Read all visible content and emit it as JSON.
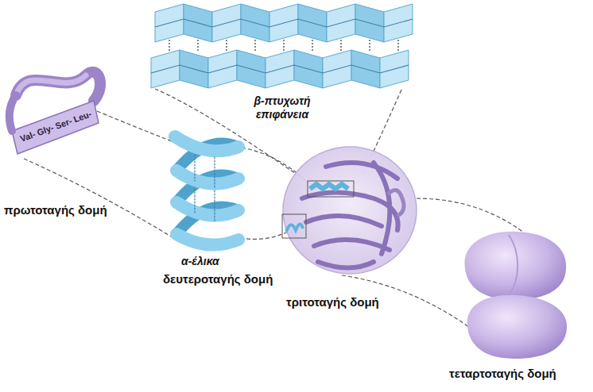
{
  "diagram": {
    "labels": [
      "β-πτυχωτή επιφάνεια",
      "Val- Gly- Ser- Leu-",
      "πρωτοταγής δομή",
      "α-έλικα",
      "δευτεροταγής δομή",
      "τριτοταγής δομή",
      "τεταρτοταγής δομή"
    ]
  }
}
